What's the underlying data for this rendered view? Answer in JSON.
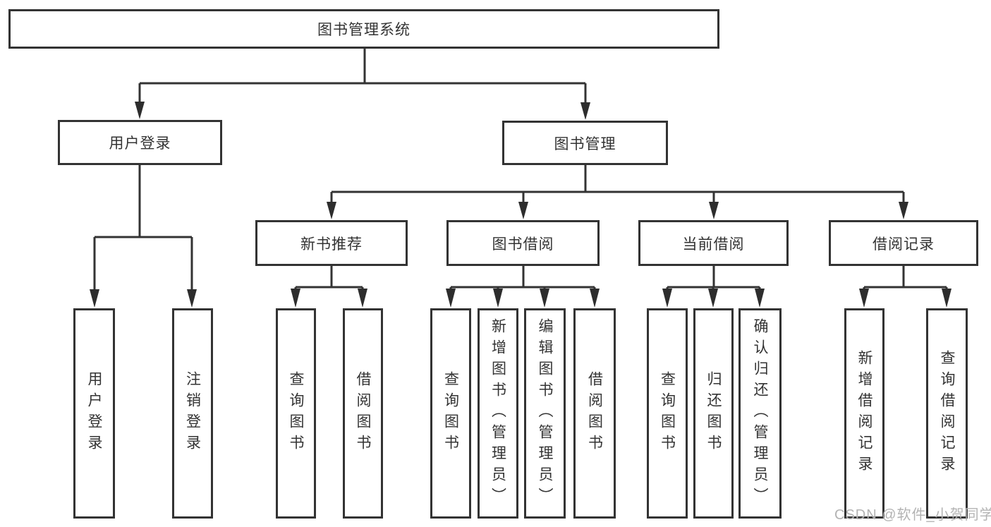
{
  "nodes": {
    "root": "图书管理系统",
    "level1": [
      "用户登录",
      "图书管理"
    ],
    "level2": [
      "新书推荐",
      "图书借阅",
      "当前借阅",
      "借阅记录"
    ],
    "leaves_login": [
      "用户登录",
      "注销登录"
    ],
    "leaves_recommend": [
      "查询图书",
      "借阅图书"
    ],
    "leaves_borrow": [
      "查询图书",
      "新增图书（管理员）",
      "编辑图书（管理员）",
      "借阅图书"
    ],
    "leaves_current": [
      "查询图书",
      "归还图书",
      "确认归还（管理员）"
    ],
    "leaves_records": [
      "新增借阅记录",
      "查询借阅记录"
    ]
  },
  "watermark": "CSDN @软件_小贺同学",
  "colors": {
    "line": "#333333",
    "text": "#333333",
    "box_background": "#ffffff",
    "watermark": "#b3b3b3",
    "background": "#ffffff"
  }
}
